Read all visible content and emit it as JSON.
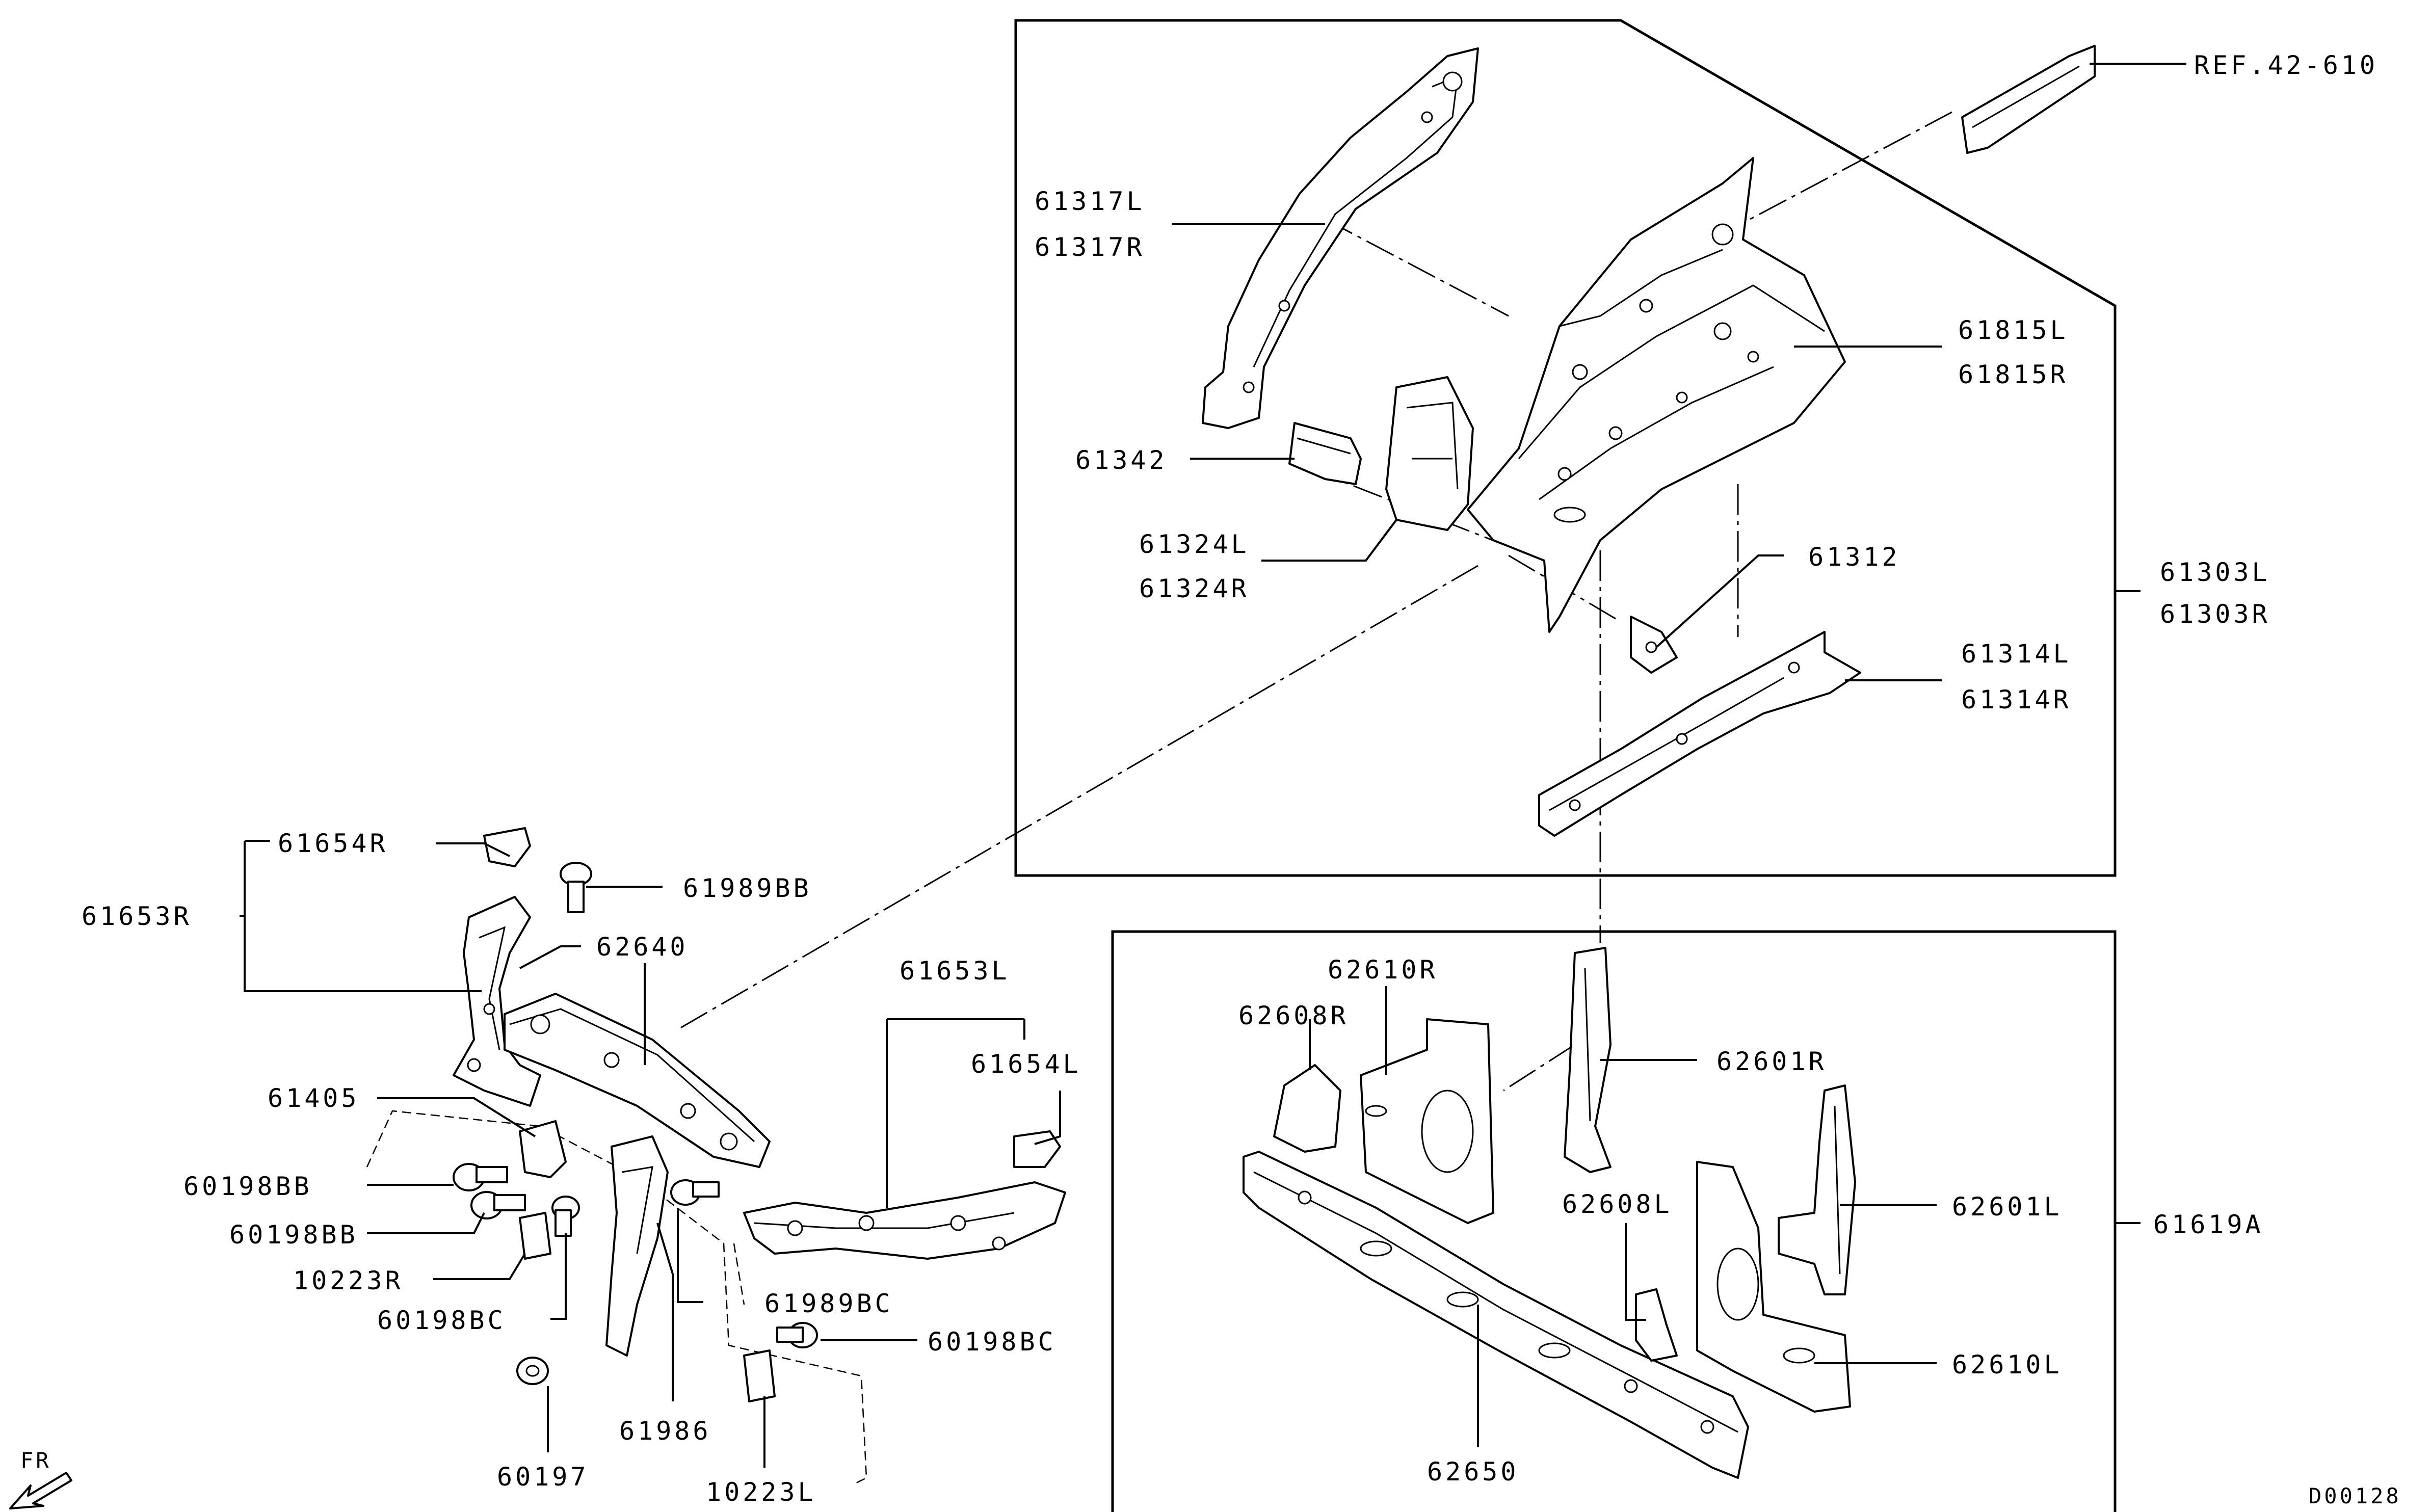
{
  "callouts": {
    "ref_42_610": "REF.42-610",
    "p61317L": "61317L",
    "p61317R": "61317R",
    "p61815L": "61815L",
    "p61815R": "61815R",
    "p61342": "61342",
    "p61324L": "61324L",
    "p61324R": "61324R",
    "p61312": "61312",
    "p61303L": "61303L",
    "p61303R": "61303R",
    "p61314L": "61314L",
    "p61314R": "61314R",
    "p61654R": "61654R",
    "p61653R": "61653R",
    "p61989BB": "61989BB",
    "p62640": "62640",
    "p61653L": "61653L",
    "p61654L": "61654L",
    "p61405": "61405",
    "p60198BB_a": "60198BB",
    "p60198BB_b": "60198BB",
    "p10223R": "10223R",
    "p60198BC_a": "60198BC",
    "p61989BC": "61989BC",
    "p60198BC_b": "60198BC",
    "p61986": "61986",
    "p60197": "60197",
    "p10223L": "10223L",
    "p62610R": "62610R",
    "p62608R": "62608R",
    "p62601R": "62601R",
    "p61619A": "61619A",
    "p62608L": "62608L",
    "p62601L": "62601L",
    "p62610L": "62610L",
    "p62650": "62650"
  },
  "direction": {
    "label": "FR",
    "arrow_icon": "front-direction-arrow-icon"
  },
  "drawing_code": "D00128"
}
